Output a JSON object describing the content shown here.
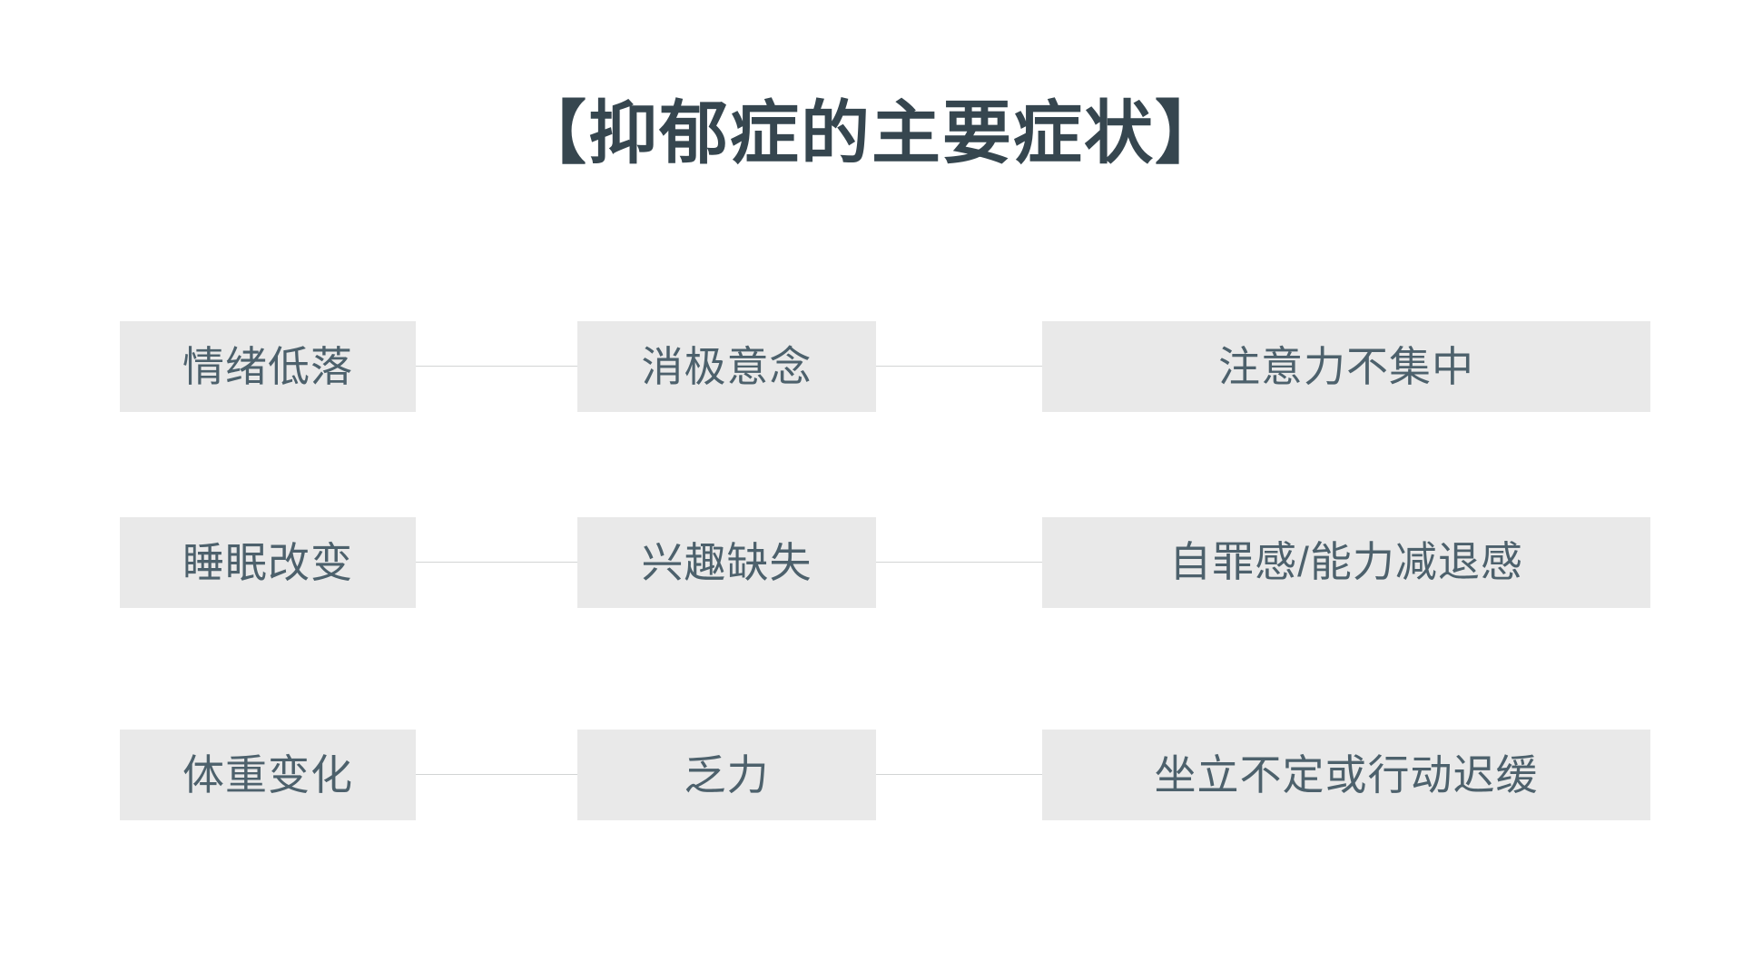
{
  "slide": {
    "title": "【抑郁症的主要症状】",
    "background_color": "#ffffff",
    "title_color": "#36464f",
    "box_color": "#e9e9e9",
    "text_color": "#4d616c",
    "connector_color": "#d2d4d4"
  },
  "matrix": {
    "rows": [
      {
        "cells": [
          {
            "label": "情绪低落"
          },
          {
            "label": "消极意念"
          },
          {
            "label": "注意力不集中"
          }
        ]
      },
      {
        "cells": [
          {
            "label": "睡眠改变"
          },
          {
            "label": "兴趣缺失"
          },
          {
            "label": "自罪感/能力减退感"
          }
        ]
      },
      {
        "cells": [
          {
            "label": "体重变化"
          },
          {
            "label": "乏力"
          },
          {
            "label": "坐立不定或行动迟缓"
          }
        ]
      }
    ]
  }
}
